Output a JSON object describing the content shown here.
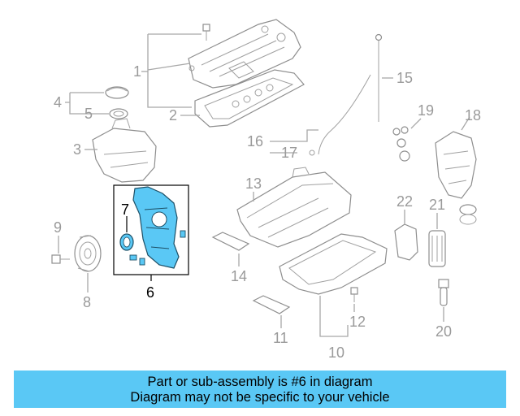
{
  "callouts": [
    {
      "id": "1",
      "label": "1"
    },
    {
      "id": "2",
      "label": "2"
    },
    {
      "id": "3",
      "label": "3"
    },
    {
      "id": "4",
      "label": "4"
    },
    {
      "id": "5",
      "label": "5"
    },
    {
      "id": "6",
      "label": "6"
    },
    {
      "id": "7",
      "label": "7"
    },
    {
      "id": "8",
      "label": "8"
    },
    {
      "id": "9",
      "label": "9"
    },
    {
      "id": "10",
      "label": "10"
    },
    {
      "id": "11",
      "label": "11"
    },
    {
      "id": "12",
      "label": "12"
    },
    {
      "id": "13",
      "label": "13"
    },
    {
      "id": "14",
      "label": "14"
    },
    {
      "id": "15",
      "label": "15"
    },
    {
      "id": "16",
      "label": "16"
    },
    {
      "id": "17",
      "label": "17"
    },
    {
      "id": "18",
      "label": "18"
    },
    {
      "id": "19",
      "label": "19"
    },
    {
      "id": "20",
      "label": "20"
    },
    {
      "id": "21",
      "label": "21"
    },
    {
      "id": "22",
      "label": "22"
    }
  ],
  "highlight": {
    "part_number": "6",
    "color": "#5ac8f5"
  },
  "banner": {
    "line1": "Part or sub-assembly is #6 in diagram",
    "line2": "Diagram may not be specific to your vehicle",
    "color": "#5ac8f5"
  }
}
